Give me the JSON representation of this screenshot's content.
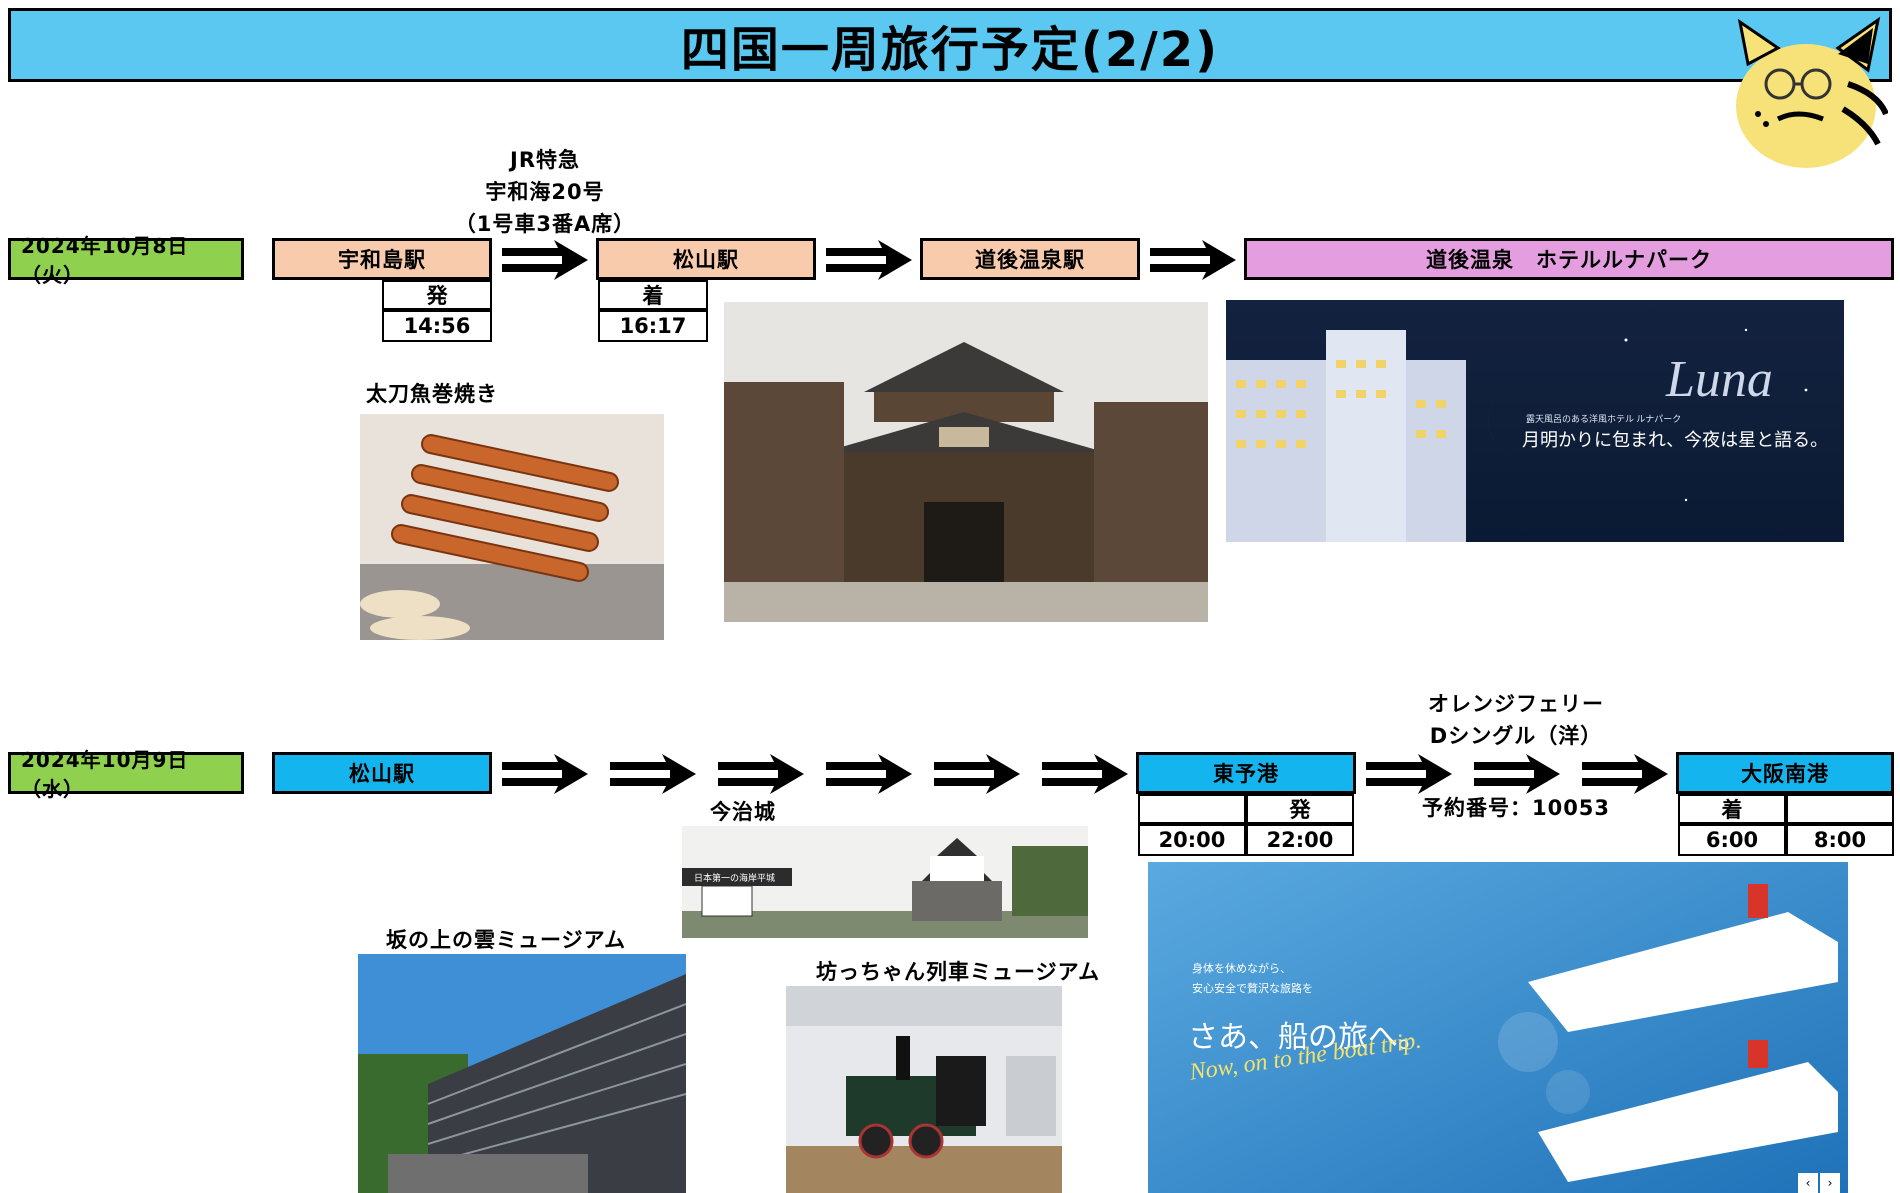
{
  "title": "四国一周旅行予定(2/2)",
  "mascot_icon": "cat-mascot-icon",
  "day1": {
    "date": "2024年10月8日 （火）",
    "train_info": [
      "JR特急",
      "宇和海20号",
      "（1号車3番A席）"
    ],
    "stops": [
      "宇和島駅",
      "松山駅",
      "道後温泉駅",
      "道後温泉　ホテルルナパーク"
    ],
    "uwajima": {
      "label": "発",
      "time": "14:56"
    },
    "matsuyama": {
      "label": "着",
      "time": "16:17"
    },
    "food_label": "太刀魚巻焼き",
    "hotel_banner": {
      "caption": "露天風呂のある洋風ホテル ルナパーク",
      "tagline": "月明かりに包まれ、今夜は星と語る。",
      "logo": "Luna"
    }
  },
  "day2": {
    "date": "2024年10月9日 （水）",
    "stops": [
      "松山駅",
      "東予港",
      "大阪南港"
    ],
    "toyo": {
      "empty": "",
      "label": "発",
      "time1": "20:00",
      "time2": "22:00"
    },
    "osaka": {
      "label": "着",
      "empty": "",
      "time1": "6:00",
      "time2": "8:00"
    },
    "ferry_info": [
      "オレンジフェリー",
      "Dシングル（洋）"
    ],
    "reservation": "予約番号：10053",
    "spots": [
      "今治城",
      "坂の上の雲ミュージアム",
      "坊っちゃん列車ミュージアム"
    ],
    "imabari_banner": "日本第一の海岸平城",
    "ferry_banner": {
      "line1": "身体を休めながら、",
      "line2": "安心安全で贅沢な旅路を",
      "headline": "さあ、船の旅へ。",
      "english": "Now, on to the boat trip."
    }
  },
  "colors": {
    "title": "#5bc8f2",
    "date": "#8fd14f",
    "peach": "#f8cbad",
    "pink": "#e49ee0",
    "blue": "#14b4ee"
  }
}
